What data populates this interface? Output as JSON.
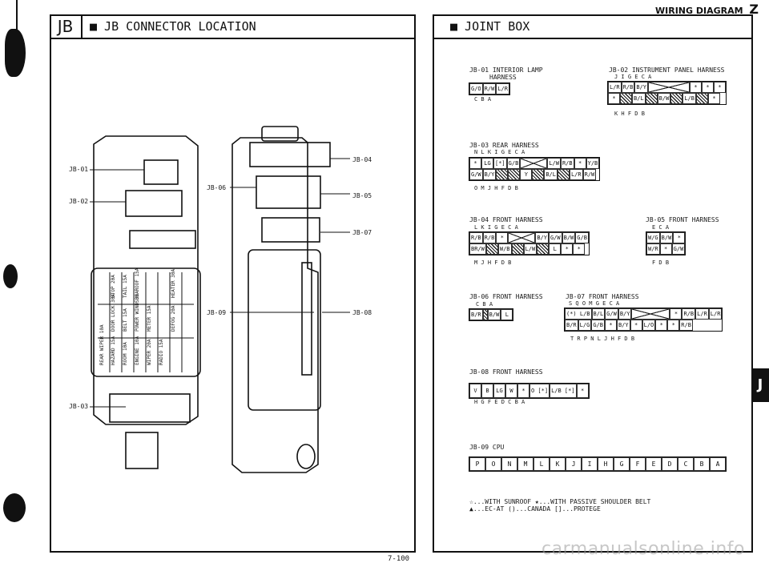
{
  "header": {
    "section_code": "JB",
    "left_title": "■ JB CONNECTOR LOCATION",
    "right_title": "■ JOINT BOX",
    "wiring_label": "WIRING DIAGRAM",
    "wiring_letter": "Z",
    "side_tab": "J",
    "page_number": "7-100"
  },
  "left_panel": {
    "callouts": [
      "JB-01",
      "JB-02",
      "JB-03",
      "JB-04",
      "JB-05",
      "JB-06",
      "JB-07",
      "JB-08",
      "JB-09"
    ],
    "fuse_labels": [
      "STOP 20A",
      "TAIL 15A",
      "SUN ROOF 15A",
      "HEATER 30A",
      "DOOR LOCK 30A",
      "BELT 15A",
      "POWER WIND 30A",
      "METER 15A",
      "DEFOG 20A",
      "REAR WIPER 10A",
      "HAZARD 15A",
      "ROOM 10A",
      "ENGINE 10A",
      "WIPER 20A",
      "RADIO 15A"
    ]
  },
  "connectors": {
    "jb01": {
      "title": "JB-01 INTERIOR LAMP",
      "subtitle": "HARNESS",
      "row1": [
        "G/O",
        "R/W",
        "L/R"
      ],
      "pins": "C  B  A"
    },
    "jb02": {
      "title": "JB-02 INSTRUMENT PANEL HARNESS",
      "top_pins": "J   I   G           E    C    A",
      "row1": [
        "L/R",
        "R/B",
        "B/Y",
        "",
        "*",
        "*",
        "*"
      ],
      "row2": [
        "*",
        "",
        "B/L",
        "",
        "B/W",
        "",
        "L/B",
        "",
        "*"
      ],
      "bottom_pins": "K     H      F       D    B"
    },
    "jb03": {
      "title": "JB-03 REAR HARNESS",
      "top_pins": "N   L   K   I          G   E   C   A",
      "row1": [
        "*",
        "LG",
        "[*]",
        "G/B",
        "",
        "L/W",
        "R/B",
        "*",
        "Y/B"
      ],
      "row2": [
        "G/W",
        "B/Y",
        "",
        "",
        "Y",
        "",
        "B/L",
        "",
        "L/R",
        "R/W"
      ],
      "bottom_pins": "O   M     J      H       F       D   B"
    },
    "jb04": {
      "title": "JB-04 FRONT HARNESS",
      "top_pins": "L  K   I          G   E   C   A",
      "row1": [
        "R/B",
        "R/B",
        "*",
        "",
        "B/Y",
        "G/W",
        "B/W",
        "G/B"
      ],
      "row2": [
        "BR/W",
        "",
        "W/B",
        "",
        "L/W",
        "",
        "L",
        "*",
        "*"
      ],
      "bottom_pins": "M    J      H       F      D   B"
    },
    "jb05": {
      "title": "JB-05 FRONT HARNESS",
      "top_pins": "E  C  A",
      "row1": [
        "W/G",
        "B/W",
        "*"
      ],
      "row2": [
        "W/R",
        "*",
        "G/W"
      ],
      "bottom_pins": "F  D  B"
    },
    "jb06": {
      "title": "JB-06 FRONT HARNESS",
      "top_pins": "C   B   A",
      "row1": [
        "B/R",
        "",
        "B/W",
        "L"
      ]
    },
    "jb07": {
      "title": "JB-07 FRONT HARNESS",
      "top_pins": "S   Q   O  M         G   E   C   A",
      "row1": [
        "(*) L/B",
        "B/L",
        "G/W",
        "B/Y",
        "",
        "*",
        "R/B",
        "L/R",
        "L/R"
      ],
      "row2": [
        "B/R",
        "L/G",
        "G/B",
        "*",
        "B/Y",
        "*",
        "L/O",
        "*",
        "*",
        "R/B"
      ],
      "bottom_pins": "T   R   P    N   L   J   H   F   D   B"
    },
    "jb08": {
      "title": "JB-08 FRONT HARNESS",
      "row1": [
        "V",
        "B",
        "LG",
        "W",
        "*",
        "O [*]",
        "L/B [*]",
        "*"
      ],
      "pins": "H   G   F   E   D   C   B   A"
    },
    "jb09": {
      "title": "JB-09 CPU",
      "row1": [
        "P",
        "O",
        "N",
        "M",
        "L",
        "K",
        "J",
        "I",
        "H",
        "G",
        "F",
        "E",
        "D",
        "C",
        "B",
        "A"
      ]
    }
  },
  "legend": {
    "line1": "☆...WITH SUNROOF  ★...WITH PASSIVE SHOULDER BELT",
    "line2": "▲...EC-AT  ()...CANADA  []...PROTEGE"
  },
  "watermark": "carmanualsonline.info"
}
